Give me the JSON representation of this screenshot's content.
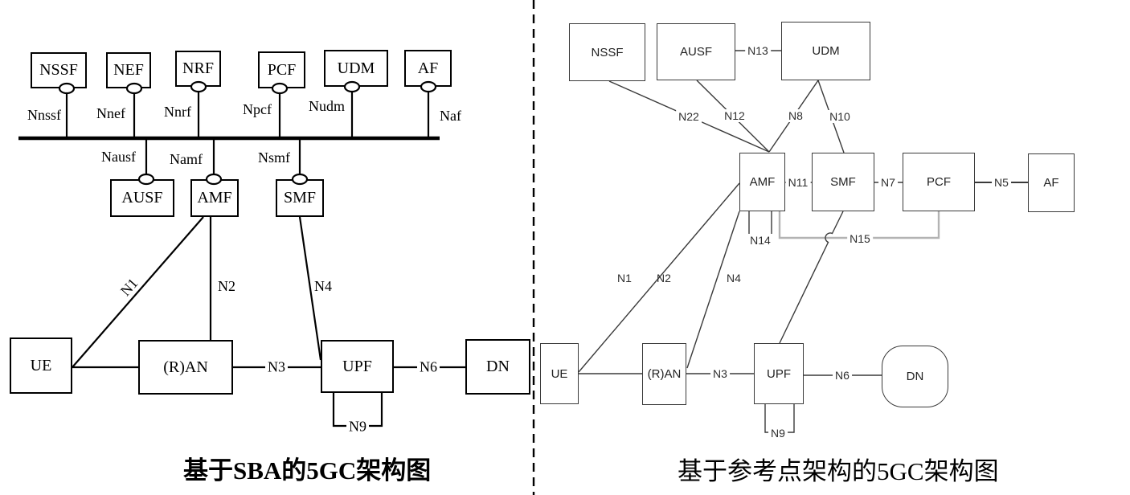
{
  "left": {
    "caption": "基于SBA的5GC架构图",
    "nodes": {
      "nssf": "NSSF",
      "nef": "NEF",
      "nrf": "NRF",
      "pcf": "PCF",
      "udm": "UDM",
      "af": "AF",
      "ausf": "AUSF",
      "amf": "AMF",
      "smf": "SMF",
      "ue": "UE",
      "ran": "(R)AN",
      "upf": "UPF",
      "dn": "DN"
    },
    "sbi": {
      "nnssf": "Nnssf",
      "nnef": "Nnef",
      "nnrf": "Nnrf",
      "npcf": "Npcf",
      "nudm": "Nudm",
      "naf": "Naf",
      "nausf": "Nausf",
      "namf": "Namf",
      "nsmf": "Nsmf"
    },
    "refs": {
      "n1": "N1",
      "n2": "N2",
      "n3": "N3",
      "n4": "N4",
      "n6": "N6",
      "n9": "N9"
    }
  },
  "right": {
    "caption": "基于参考点架构的5GC架构图",
    "nodes": {
      "nssf": "NSSF",
      "ausf": "AUSF",
      "udm": "UDM",
      "amf": "AMF",
      "smf": "SMF",
      "pcf": "PCF",
      "af": "AF",
      "ue": "UE",
      "ran": "(R)AN",
      "upf": "UPF",
      "dn": "DN"
    },
    "refs": {
      "n1": "N1",
      "n2": "N2",
      "n3": "N3",
      "n4": "N4",
      "n5": "N5",
      "n6": "N6",
      "n7": "N7",
      "n8": "N8",
      "n9": "N9",
      "n10": "N10",
      "n11": "N11",
      "n12": "N12",
      "n13": "N13",
      "n14": "N14",
      "n15": "N15",
      "n22": "N22"
    }
  },
  "colors": {
    "background": "#ffffff",
    "line_left": "#000000",
    "line_right": "#3a3a3a",
    "n15_line": "#b3b3b3"
  }
}
